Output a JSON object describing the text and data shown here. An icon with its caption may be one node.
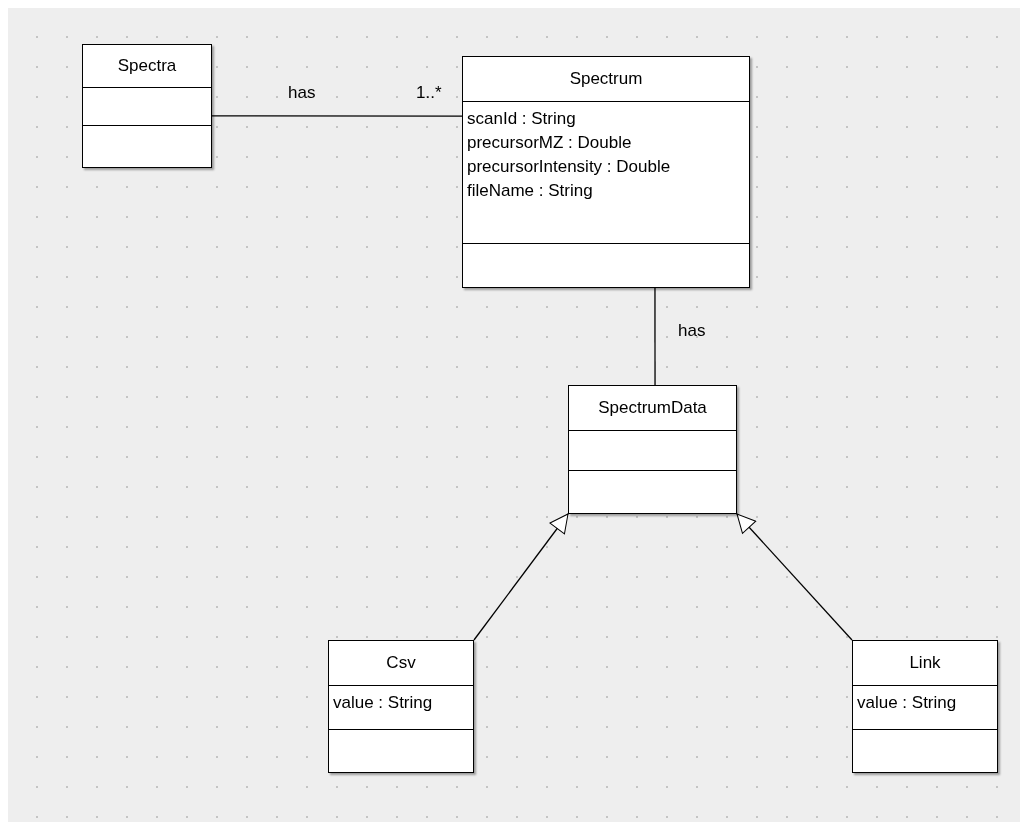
{
  "diagram": {
    "nodes": [
      {
        "text": [
          "Spectra"
        ]
      },
      {
        "text": [
          "Spectrum",
          "scanId : String",
          "precursorMZ : Double",
          "precursorIntensity : Double",
          "fileName : String"
        ]
      },
      {
        "text": [
          "SpectrumData"
        ]
      },
      {
        "text": [
          "Csv",
          "value : String"
        ]
      },
      {
        "text": [
          "Link",
          "value : String"
        ]
      }
    ],
    "edges": [
      {
        "from": 0,
        "to": 1,
        "arrow": "none",
        "label": "has"
      },
      {
        "from": 1,
        "to": 2,
        "arrow": "none",
        "label": "has"
      },
      {
        "from": 3,
        "to": 2,
        "arrow": "to"
      },
      {
        "from": 4,
        "to": 2,
        "arrow": "to"
      }
    ],
    "labels": [
      "1..*"
    ]
  }
}
